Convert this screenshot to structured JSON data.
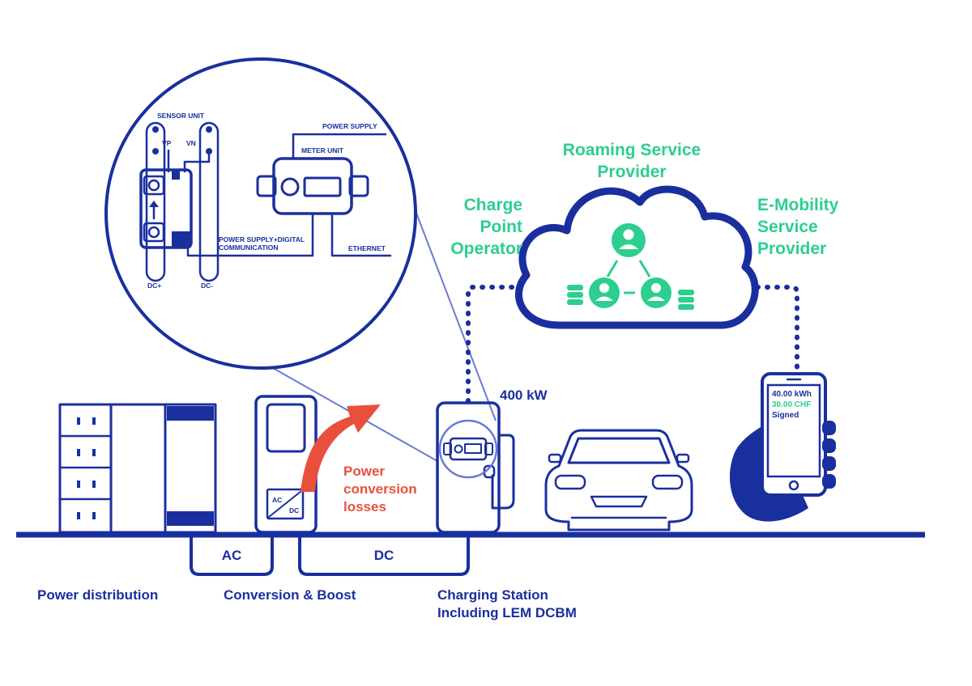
{
  "colors": {
    "primary": "#1a2f9e",
    "accent_green": "#2ccf8e",
    "accent_red": "#e9503c",
    "zoom_line": "#6a79d6"
  },
  "zoom": {
    "sensor_unit": "SENSOR UNIT",
    "vp": "VP",
    "vn": "VN",
    "dc_plus": "DC+",
    "dc_minus": "DC-",
    "power_supply": "POWER SUPPLY",
    "meter_unit": "METER UNIT",
    "psdc_line1": "POWER SUPPLY+DIGITAL",
    "psdc_line2": "COMMUNICATION",
    "ethernet": "ETHERNET"
  },
  "cloud": {
    "roaming_line1": "Roaming Service",
    "roaming_line2": "Provider",
    "cpo_line1": "Charge",
    "cpo_line2": "Point",
    "cpo_line3": "Operator",
    "emsp_line1": "E-Mobility",
    "emsp_line2": "Service",
    "emsp_line3": "Provider"
  },
  "station": {
    "power": "400 kW"
  },
  "converter": {
    "ac": "AC",
    "dc": "DC"
  },
  "losses": {
    "line1": "Power",
    "line2": "conversion",
    "line3": "losses"
  },
  "phone": {
    "energy": "40.00 kWh",
    "price": "30.00 CHF",
    "status": "Signed"
  },
  "bus": {
    "ac": "AC",
    "dc": "DC"
  },
  "labels": {
    "power_distribution": "Power distribution",
    "conversion_boost": "Conversion & Boost",
    "station_line1": "Charging Station",
    "station_line2": "Including LEM DCBM"
  }
}
